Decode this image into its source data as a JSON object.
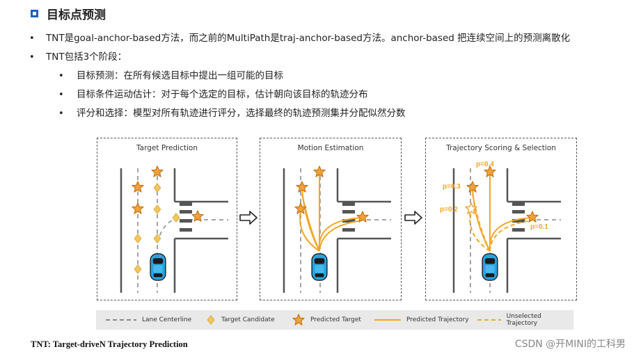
{
  "title": "目标点预测",
  "bullets": [
    "TNT是goal-anchor-based方法，而之前的MultiPath是traj-anchor-based方法。anchor-based 把连续空间上的预测离散化",
    "TNT包括3个阶段："
  ],
  "sub_bullets": [
    "目标预测：在所有候选目标中提出一组可能的目标",
    "目标条件运动估计：对于每个选定的目标，估计朝向该目标的轨迹分布",
    "评分和选择：模型对所有轨迹进行评分，选择最终的轨迹预测集并分配似然分数"
  ],
  "bullet_symbol": "•",
  "panels": {
    "target_prediction": "Target Prediction",
    "motion_estimation": "Motion Estimation",
    "scoring_selection": "Trajectory Scoring & Selection"
  },
  "probabilities": [
    "p=0.4",
    "p=0.3",
    "p=0.2",
    "p=0.1"
  ],
  "legend": {
    "lane_centerline": "Lane Centerline",
    "target_candidate": "Target Candidate",
    "predicted_target": "Predicted Target",
    "predicted_trajectory": "Predicted Trajectory",
    "unselected_trajectory": "Unselected Trajectory"
  },
  "footer": "TNT: Target-driveN Trajectory Prediction",
  "watermark": "CSDN @开MINI的工科男",
  "colors": {
    "accent_blue": "#1f5fbf",
    "orange": "#f5a623",
    "star_fill": "#f0a23a",
    "diamond_fill": "#f6c65b",
    "car_blue": "#29a3e0",
    "road_gray": "#555555"
  }
}
